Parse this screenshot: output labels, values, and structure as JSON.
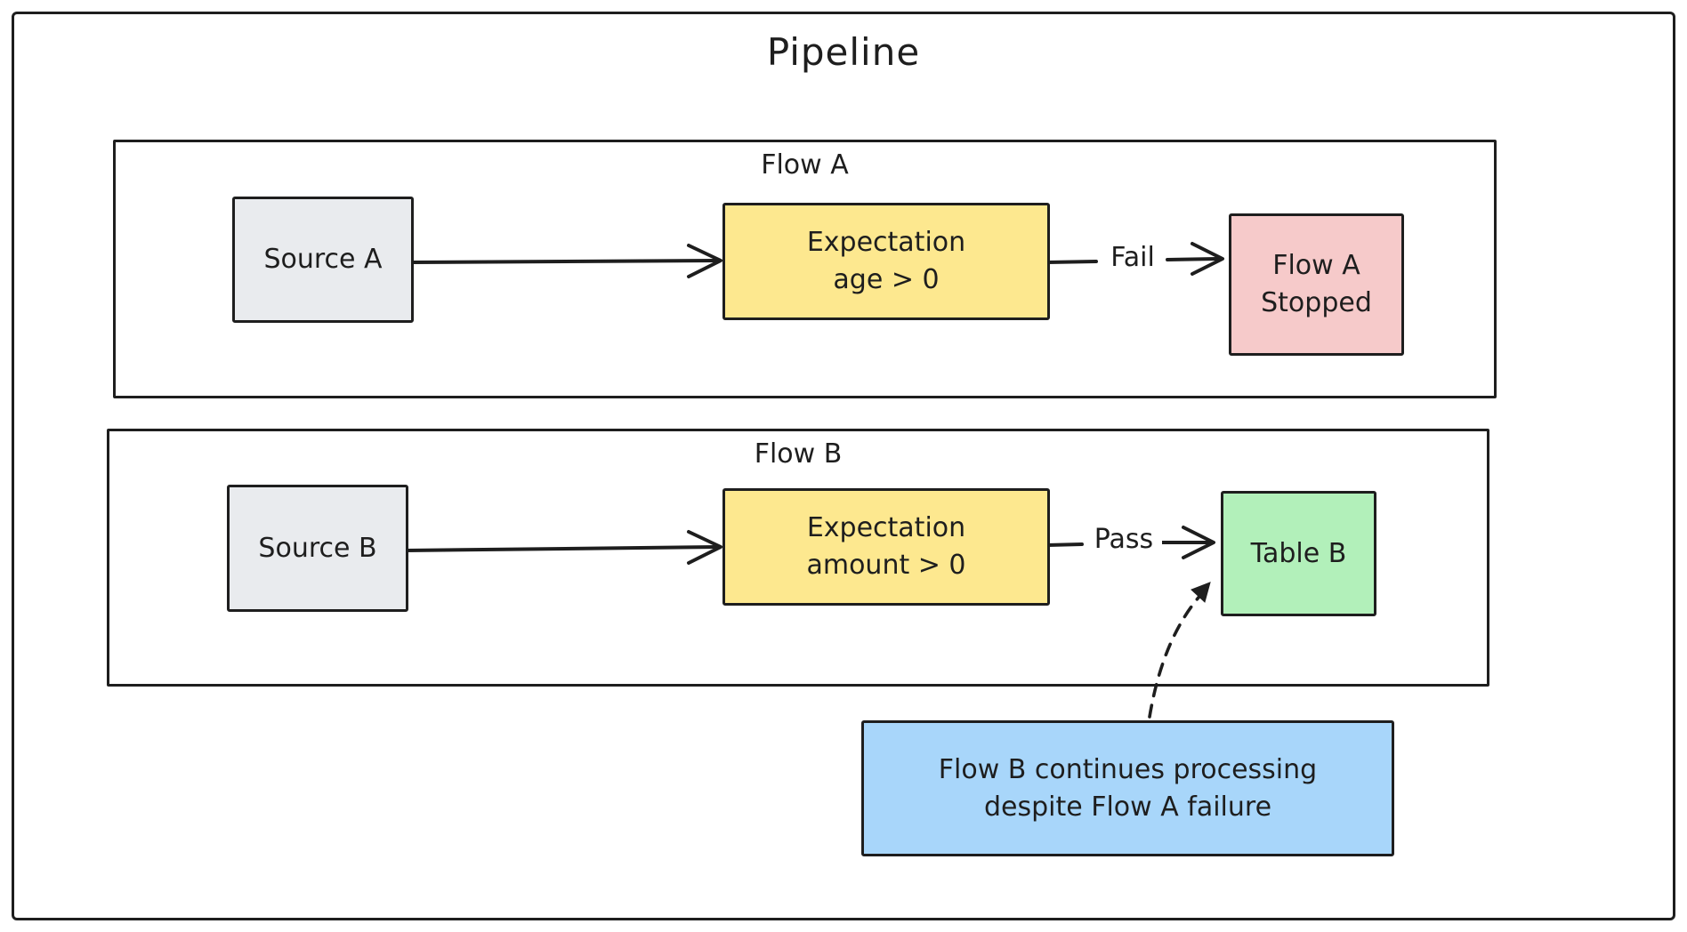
{
  "diagram": {
    "title": "Pipeline",
    "colors": {
      "stroke": "#1e1e1e",
      "background": "#ffffff",
      "source_fill": "#e9ebee",
      "expectation_fill": "#fde88f",
      "stopped_fill": "#f6caca",
      "table_fill": "#b2f0ba",
      "note_fill": "#a8d6fa"
    },
    "flow_a": {
      "label": "Flow A",
      "source_label": "Source A",
      "expectation_line1": "Expectation",
      "expectation_line2": "age > 0",
      "edge_label": "Fail",
      "result_line1": "Flow A",
      "result_line2": "Stopped"
    },
    "flow_b": {
      "label": "Flow B",
      "source_label": "Source B",
      "expectation_line1": "Expectation",
      "expectation_line2": "amount > 0",
      "edge_label": "Pass",
      "result_label": "Table B"
    },
    "note": {
      "line1": "Flow B continues processing",
      "line2": "despite Flow A failure"
    }
  }
}
